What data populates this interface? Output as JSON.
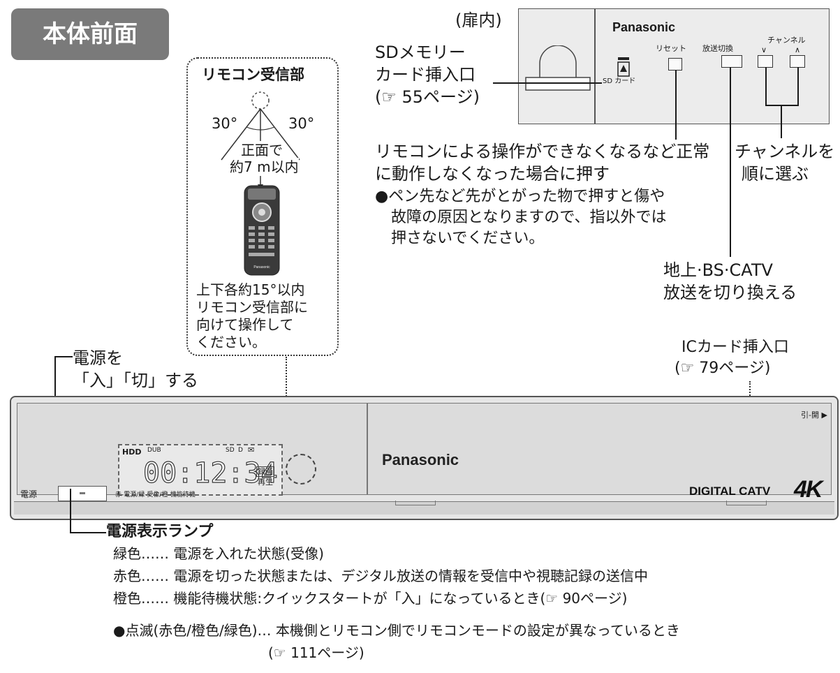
{
  "title": "本体前面",
  "remote_sensor": {
    "heading": "リモコン受信部",
    "angle_left": "30°",
    "angle_right": "30°",
    "front_label": "正面で",
    "distance": "約7 m以内",
    "note_lines": [
      "上下各約15°以内",
      "リモコン受信部に",
      "向けて操作して",
      "ください。"
    ],
    "remote_brand": "Panasonic"
  },
  "door": {
    "label": "(扉内)",
    "brand": "Panasonic",
    "sd_label": "SD カード",
    "reset_label": "リセット",
    "broadcast_label": "放送切換",
    "channel_label": "チャンネル",
    "ch_down": "∨",
    "ch_up": "∧"
  },
  "sd_slot": {
    "lines": [
      "SDメモリー",
      "カード挿入口",
      "(☞ 55ページ)"
    ]
  },
  "reset_desc": {
    "lines": [
      "リモコンによる操作ができなくなるなど正常",
      "に動作しなくなった場合に押す"
    ],
    "warning_lines": [
      "●ペン先など先がとがった物で押すと傷や",
      "故障の原因となりますので、指以外では",
      "押さないでください。"
    ]
  },
  "channel_desc": {
    "lines": [
      "チャンネルを",
      "順に選ぶ"
    ]
  },
  "broadcast_desc": {
    "lines": [
      "地上·BS·CATV",
      "放送を切り換える"
    ]
  },
  "ic_card": {
    "lines": [
      "ICカード挿入口",
      "(☞ 79ページ)"
    ]
  },
  "power_desc": {
    "lines": [
      "電源を",
      "「入」「切」する"
    ]
  },
  "device": {
    "brand": "Panasonic",
    "digital_label": "DIGITAL CATV",
    "fourk_label": "4K",
    "open_label": "引-開 ▶",
    "power_label": "電源",
    "lamp_legend": "赤-電源/緑-受像/橙-機能待機",
    "display": {
      "hdd": "HDD",
      "dub": "DUB",
      "sd": "SD",
      "d": "D",
      "mail": "✉",
      "digits": "00:12:34",
      "rec": "録画",
      "play": "再生"
    }
  },
  "lamp": {
    "heading": "電源表示ランプ",
    "rows": [
      "緑色…… 電源を入れた状態(受像)",
      "赤色…… 電源を切った状態または、デジタル放送の情報を受信中や視聴記録の送信中",
      "橙色…… 機能待機状態:クイックスタートが「入」になっているとき(☞ 90ページ)"
    ],
    "blink_note": "●点滅(赤色/橙色/緑色)… 本機側とリモコン側でリモコンモードの設定が異なっているとき",
    "blink_ref": "(☞ 111ページ)"
  }
}
